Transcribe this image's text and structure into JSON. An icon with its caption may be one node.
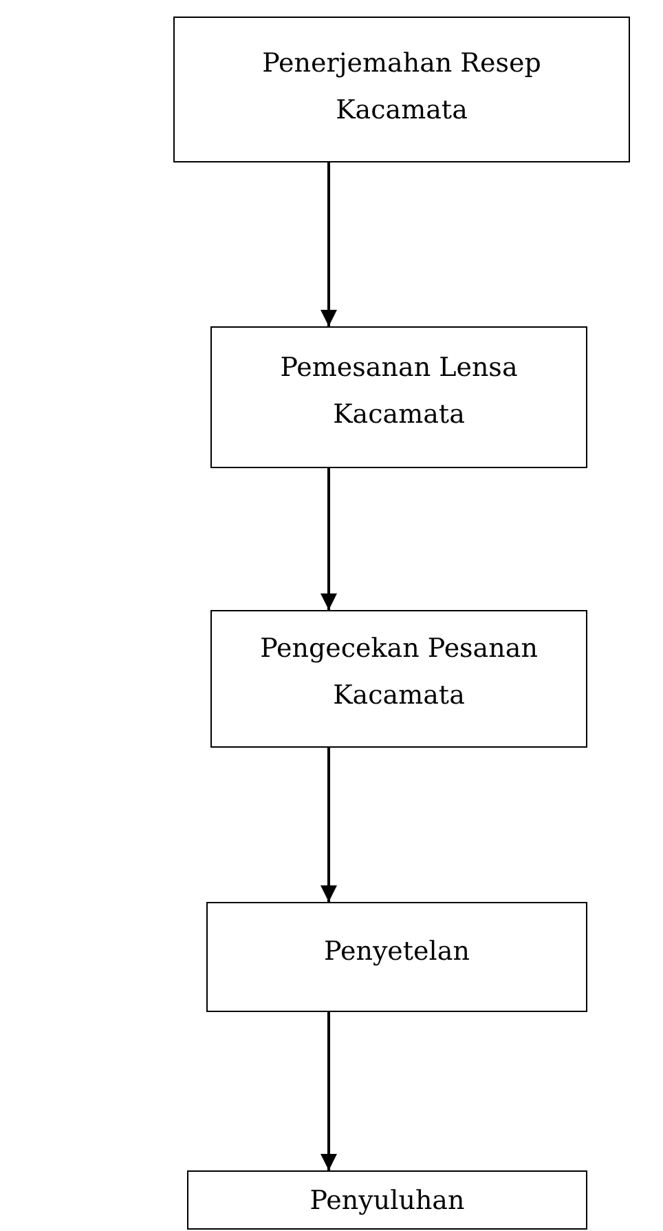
{
  "diagram": {
    "nodes": [
      {
        "text": [
          "Penerjemahan Resep Kacamata"
        ]
      },
      {
        "text": [
          "Pemesanan Lensa Kacamata"
        ]
      },
      {
        "text": [
          "Pengecekan Pesanan Kacamata"
        ]
      },
      {
        "text": [
          "Penyetelan"
        ]
      },
      {
        "text": [
          "Penyuluhan"
        ]
      }
    ],
    "edges": [
      {
        "from": 0,
        "to": 1,
        "arrow": "to"
      },
      {
        "from": 1,
        "to": 2,
        "arrow": "to"
      },
      {
        "from": 2,
        "to": 3,
        "arrow": "to"
      },
      {
        "from": 3,
        "to": 4,
        "arrow": "to"
      }
    ]
  }
}
